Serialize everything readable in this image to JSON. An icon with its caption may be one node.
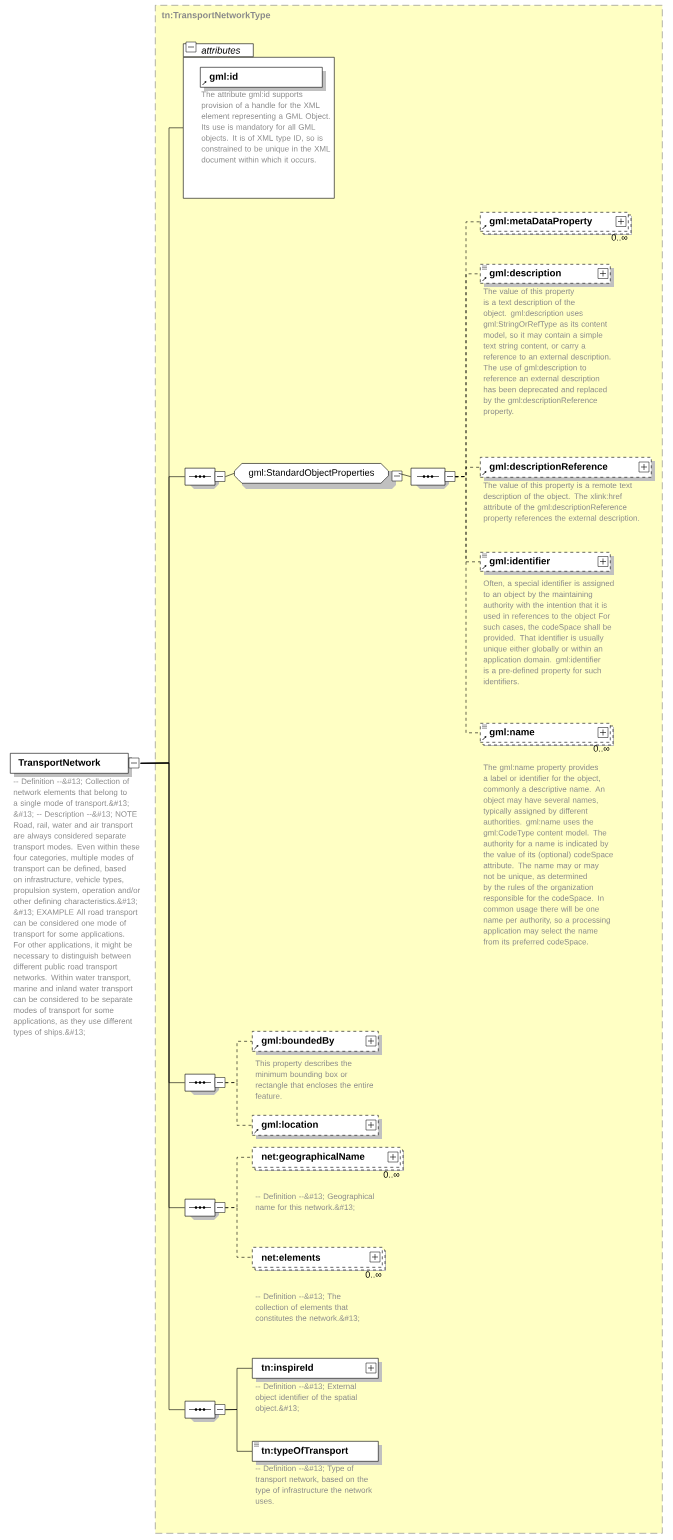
{
  "diagram": {
    "nodes": [
      {
        "text": [
          "tn:TransportNetworkType"
        ]
      },
      {
        "text": [
          "TransportNetwork"
        ],
        "beside": [
          "-- Definition --&#13; Collection of network elements that belong to a single mode of transport.&#13; &#13; -- Description --&#13; NOTE Road, rail, water and air transport are always considered separate transport modes. Even within these four categories, multiple modes of transport can be defined, based on infrastructure, vehicle types, propulsion system, operation and/or other defining characteristics.&#13; &#13; EXAMPLE All road transport can be considered one mode of transport for some applications. For other applications, it might be necessary to distinguish between different public road transport networks. Within water transport, marine and inland water transport can be considered to be separate modes of transport for some applications, as they use different types of ships.&#13;"
        ]
      },
      {
        "text": [
          "attributes"
        ],
        "in": 0
      },
      {
        "text": [
          "gml:id"
        ],
        "in": 2,
        "beside": [
          "The attribute gml:id supports provision of a handle for the XML element representing a GML Object. Its use is mandatory for all GML objects. It is of XML type ID, so is constrained to be unique in the XML document within which it occurs."
        ]
      },
      {
        "text": [],
        "shape": "octagon",
        "in": 0
      },
      {
        "text": [
          "gml:StandardObjectProperties"
        ],
        "in": 0
      },
      {
        "text": [],
        "shape": "octagon",
        "in": 0
      },
      {
        "text": [
          "gml:metaDataProperty"
        ],
        "in": 0,
        "beside": [
          "0..∞"
        ]
      },
      {
        "text": [
          "gml:description"
        ],
        "in": 0,
        "beside": [
          "The value of this property is a text description of the object. gml:description uses gml:StringOrRefType as its content model, so it may contain a simple text string content, or carry a reference to an external description. The use of gml:description to reference an external description has been deprecated and replaced by the gml:descriptionReference property."
        ]
      },
      {
        "text": [
          "gml:descriptionReference"
        ],
        "in": 0,
        "beside": [
          "The value of this property is a remote text description of the object. The xlink:href attribute of the gml:descriptionReference property references the external description."
        ]
      },
      {
        "text": [
          "gml:identifier"
        ],
        "in": 0,
        "beside": [
          "Often, a special identifier is assigned to an object by the maintaining authority with the intention that it is used in references to the object For such cases, the codeSpace shall be provided. That identifier is usually unique either globally or within an application domain. gml:identifier is a pre-defined property for such identifiers."
        ]
      },
      {
        "text": [
          "gml:name"
        ],
        "in": 0,
        "beside": [
          "0..∞",
          "The gml:name property provides a label or identifier for the object, commonly a descriptive name. An object may have several names, typically assigned by different authorities. gml:name uses the gml:CodeType content model. The authority for a name is indicated by the value of its (optional) codeSpace attribute. The name may or may not be unique, as determined by the rules of the organization responsible for the codeSpace. In common usage there will be one name per authority, so a processing application may select the name from its preferred codeSpace."
        ]
      },
      {
        "text": [],
        "shape": "octagon",
        "in": 0
      },
      {
        "text": [
          "gml:boundedBy"
        ],
        "in": 0,
        "beside": [
          "This property describes the minimum bounding box or rectangle that encloses the entire feature."
        ]
      },
      {
        "text": [
          "gml:location"
        ],
        "in": 0
      },
      {
        "text": [],
        "shape": "octagon",
        "in": 0
      },
      {
        "text": [
          "net:geographicalName"
        ],
        "in": 0,
        "beside": [
          "0..∞",
          "-- Definition --&#13; Geographical name for this network.&#13;"
        ]
      },
      {
        "text": [
          "net:elements"
        ],
        "in": 0,
        "beside": [
          "0..∞",
          "-- Definition --&#13; The collection of elements that constitutes the network.&#13;"
        ]
      },
      {
        "text": [],
        "shape": "octagon",
        "in": 0
      },
      {
        "text": [
          "tn:inspireId"
        ],
        "in": 0,
        "beside": [
          "-- Definition --&#13; External object identifier of the spatial object.&#13;"
        ]
      },
      {
        "text": [
          "tn:typeOfTransport"
        ],
        "in": 0,
        "beside": [
          "-- Definition --&#13; Type of transport network, based on the type of infrastructure the network uses."
        ]
      }
    ],
    "edges": [
      {
        "from": 1,
        "to": 2,
        "arrow": "none"
      },
      {
        "from": 1,
        "to": 4,
        "arrow": "none"
      },
      {
        "from": 1,
        "to": 12,
        "arrow": "none"
      },
      {
        "from": 1,
        "to": 15,
        "arrow": "none"
      },
      {
        "from": 1,
        "to": 18,
        "arrow": "none"
      },
      {
        "from": 4,
        "to": 5,
        "arrow": "none"
      },
      {
        "from": 5,
        "to": 6,
        "arrow": "none"
      },
      {
        "from": 6,
        "to": 7,
        "arrow": "none",
        "style": "dashed"
      },
      {
        "from": 6,
        "to": 8,
        "arrow": "none",
        "style": "dashed"
      },
      {
        "from": 6,
        "to": 9,
        "arrow": "none",
        "style": "dashed"
      },
      {
        "from": 6,
        "to": 10,
        "arrow": "none",
        "style": "dashed"
      },
      {
        "from": 6,
        "to": 11,
        "arrow": "none",
        "style": "dashed"
      },
      {
        "from": 12,
        "to": 13,
        "arrow": "none",
        "style": "dashed"
      },
      {
        "from": 12,
        "to": 14,
        "arrow": "none",
        "style": "dashed"
      },
      {
        "from": 15,
        "to": 16,
        "arrow": "none",
        "style": "dashed"
      },
      {
        "from": 15,
        "to": 17,
        "arrow": "none",
        "style": "dashed"
      },
      {
        "from": 18,
        "to": 19,
        "arrow": "none"
      },
      {
        "from": 18,
        "to": 20,
        "arrow": "none"
      }
    ]
  }
}
